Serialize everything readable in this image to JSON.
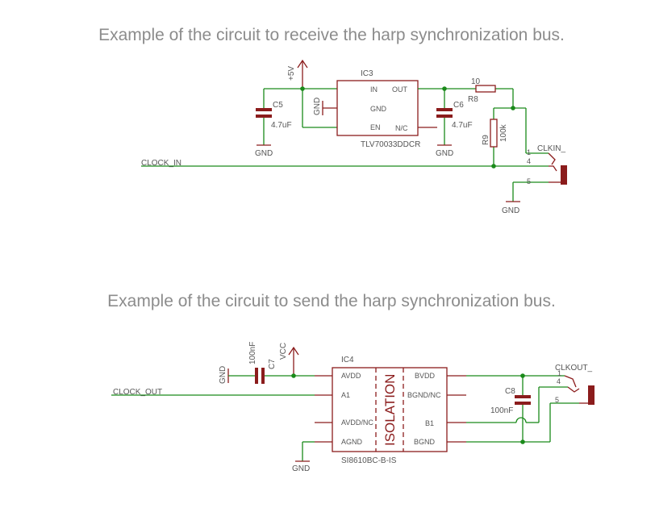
{
  "titles": {
    "receive": "Example of the circuit to receive the harp synchronization bus.",
    "send": "Example of the circuit to send the harp synchronization bus."
  },
  "receive": {
    "ic_name": "IC3",
    "ic_part": "TLV70033DDCR",
    "pins": {
      "in": "IN",
      "out": "OUT",
      "gnd": "GND",
      "en": "EN",
      "nc": "N/C"
    },
    "supply": "+5V",
    "c5_name": "C5",
    "c5_value": "4.7uF",
    "c6_name": "C6",
    "c6_value": "4.7uF",
    "r8_name": "R8",
    "r8_value": "10",
    "r9_name": "R9",
    "r9_value": "100k",
    "gnd_label": "GND",
    "signal": "CLOCK_IN",
    "connector": "CLKIN_",
    "conn_pins": [
      "1",
      "4",
      "5"
    ]
  },
  "send": {
    "ic_name": "IC4",
    "ic_part": "SI8610BC-B-IS",
    "pins": {
      "avdd": "AVDD",
      "a1": "A1",
      "avddnc": "AVDD/NC",
      "agnd": "AGND",
      "bvdd": "BVDD",
      "bgndnc": "BGND/NC",
      "b1": "B1",
      "bgnd": "BGND"
    },
    "isolation": "ISOLATION",
    "supply": "VCC",
    "c7_name": "C7",
    "c7_value": "100nF",
    "c8_name": "C8",
    "c8_value": "100nF",
    "gnd_label": "GND",
    "signal": "CLOCK_OUT",
    "connector": "CLKOUT_",
    "conn_pins": [
      "1",
      "4",
      "5"
    ]
  },
  "colors": {
    "wire": "#1a8a1a",
    "part": "#8b1c1c",
    "title": "#8c8c8c"
  }
}
